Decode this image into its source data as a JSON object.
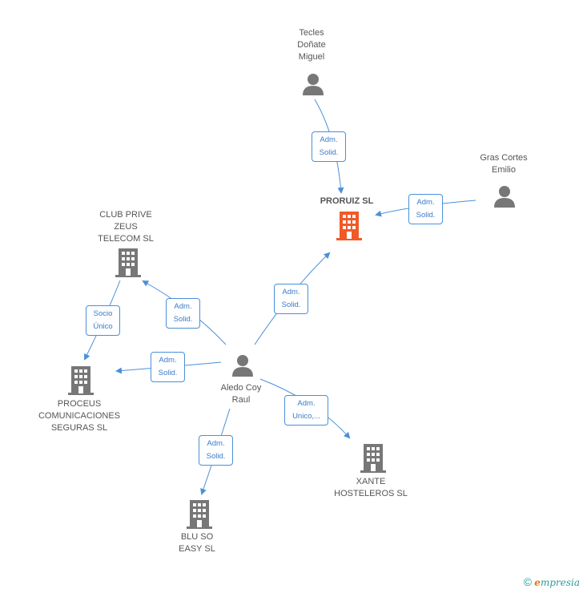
{
  "colors": {
    "edge": "#4a90d9",
    "node_gray": "#777777",
    "node_focus": "#f05a28",
    "label_text": "#555555"
  },
  "nodes": {
    "tecles": {
      "label": "Tecles\nDoñate\nMiguel",
      "type": "person"
    },
    "gras": {
      "label": "Gras Cortes\nEmilio",
      "type": "person"
    },
    "proruiz": {
      "label": "PRORUIZ SL",
      "type": "company-focus"
    },
    "club": {
      "label": "CLUB PRIVE\nZEUS\nTELECOM  SL",
      "type": "company"
    },
    "aledo": {
      "label": "Aledo Coy\nRaul",
      "type": "person"
    },
    "proceus": {
      "label": "PROCEUS\nCOMUNICACIONES\nSEGURAS  SL",
      "type": "company"
    },
    "xante": {
      "label": "XANTE\nHOSTELEROS SL",
      "type": "company"
    },
    "bluso": {
      "label": "BLU SO\nEASY  SL",
      "type": "company"
    }
  },
  "edges": {
    "tecles_proruiz": "Adm.\nSolid.",
    "gras_proruiz": "Adm.\nSolid.",
    "aledo_proruiz": "Adm.\nSolid.",
    "aledo_club": "Adm.\nSolid.",
    "club_proceus": "Socio\nÚnico",
    "aledo_proceus": "Adm.\nSolid.",
    "aledo_xante": "Adm.\nUnico,...",
    "aledo_bluso": "Adm.\nSolid."
  },
  "footer": {
    "copyright": "©",
    "brand_e": "e",
    "brand_rest": "mpresia"
  }
}
